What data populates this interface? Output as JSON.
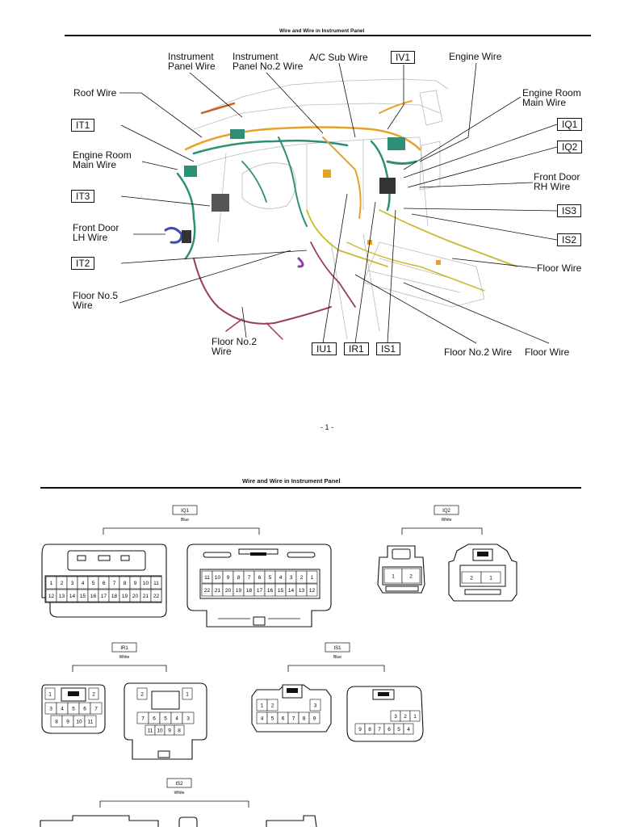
{
  "page1": {
    "title": "Wire and Wire in Instrument Panel",
    "page_number": "- 1 -",
    "labels": {
      "instrument_panel_wire": [
        "Instrument",
        "Panel Wire"
      ],
      "instrument_panel_no2_wire": [
        "Instrument",
        "Panel No.2 Wire"
      ],
      "ac_sub_wire": "A/C Sub Wire",
      "engine_wire": "Engine Wire",
      "roof_wire": "Roof Wire",
      "engine_room_main_wire_left": [
        "Engine Room",
        "Main Wire"
      ],
      "engine_room_main_wire_right": [
        "Engine Room",
        "Main Wire"
      ],
      "front_door_lh_wire": [
        "Front Door",
        "LH Wire"
      ],
      "front_door_rh_wire": [
        "Front Door",
        "RH Wire"
      ],
      "floor_no5_wire": [
        "Floor No.5",
        "Wire"
      ],
      "floor_no2_wire_left": [
        "Floor No.2",
        "Wire"
      ],
      "floor_no2_wire_right": "Floor No.2 Wire",
      "floor_wire_right": "Floor Wire",
      "floor_wire_bottom": "Floor Wire"
    },
    "connectors": {
      "iv1": "IV1",
      "it1": "IT1",
      "it3": "IT3",
      "it2": "IT2",
      "iq1": "IQ1",
      "iq2": "IQ2",
      "is3": "IS3",
      "is2": "IS2",
      "iu1": "IU1",
      "ir1": "IR1",
      "is1": "IS1"
    }
  },
  "page2": {
    "title": "Wire and Wire in Instrument Panel",
    "connectors": [
      {
        "code": "IQ1",
        "color": "Blue",
        "left_pins": {
          "row1": [
            "1",
            "2",
            "3",
            "4",
            "5",
            "6",
            "7",
            "8",
            "9",
            "10",
            "11"
          ],
          "row2": [
            "12",
            "13",
            "14",
            "15",
            "16",
            "17",
            "18",
            "19",
            "20",
            "21",
            "22"
          ]
        },
        "right_pins": {
          "row1": [
            "11",
            "10",
            "9",
            "8",
            "7",
            "6",
            "5",
            "4",
            "3",
            "2",
            "1"
          ],
          "row2": [
            "22",
            "21",
            "20",
            "19",
            "18",
            "17",
            "16",
            "15",
            "14",
            "13",
            "12"
          ]
        }
      },
      {
        "code": "IQ2",
        "color": "White",
        "left_pins": {
          "row1": [
            "1",
            "2"
          ]
        },
        "right_pins": {
          "row1": [
            "2",
            "1"
          ]
        }
      },
      {
        "code": "IR1",
        "color": "White",
        "left_pins": {
          "top": [
            "1",
            "2"
          ],
          "row2": [
            "3",
            "4",
            "5",
            "6",
            "7"
          ],
          "row3": [
            "8",
            "9",
            "10",
            "11"
          ]
        },
        "right_pins": {
          "top": [
            "2",
            "1"
          ],
          "row2": [
            "7",
            "6",
            "5",
            "4",
            "3"
          ],
          "row3": [
            "11",
            "10",
            "9",
            "8"
          ]
        }
      },
      {
        "code": "IS1",
        "color": "Blue",
        "left_pins": {
          "row1": [
            "1",
            "2",
            "3"
          ],
          "row2": [
            "4",
            "5",
            "6",
            "7",
            "8",
            "9"
          ]
        },
        "right_pins": {
          "row1": [
            "3",
            "2",
            "1"
          ],
          "row2": [
            "9",
            "8",
            "7",
            "6",
            "5",
            "4"
          ]
        }
      },
      {
        "code": "IS2",
        "color": "White"
      }
    ]
  }
}
